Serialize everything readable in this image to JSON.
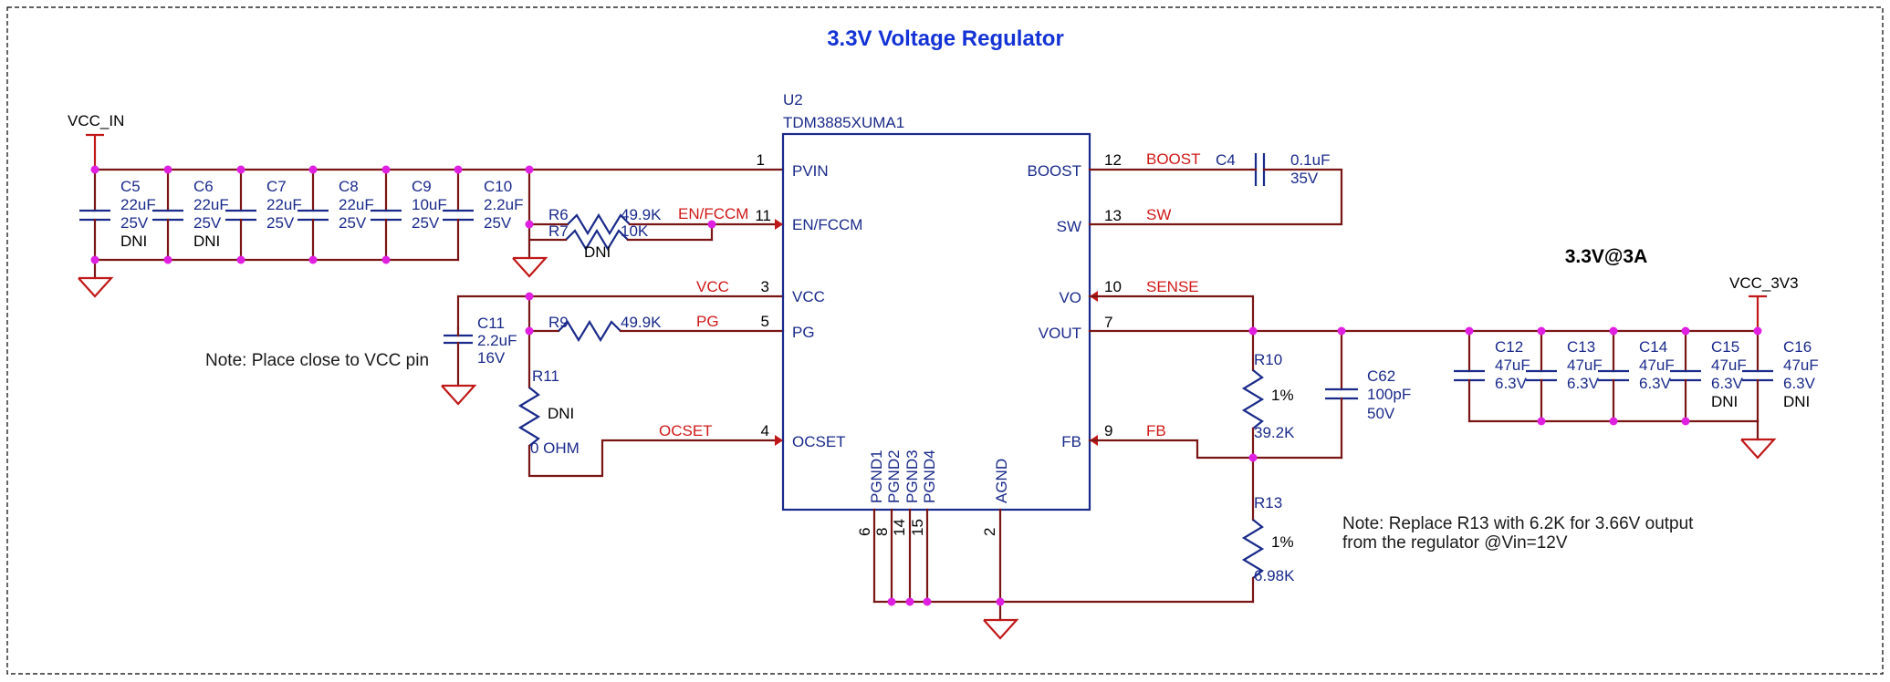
{
  "title": "3.3V Voltage Regulator",
  "output_label": "3.3V@3A",
  "notes": {
    "vcc_pin": "Note: Place close to VCC pin",
    "r13_line1": "Note: Replace R13 with 6.2K for 3.66V output",
    "r13_line2": "from the regulator @Vin=12V"
  },
  "power": {
    "input": "VCC_IN",
    "output": "VCC_3V3"
  },
  "ic": {
    "ref": "U2",
    "part": "TDM3885XUMA1",
    "pins": [
      {
        "name": "PVIN",
        "number": "1"
      },
      {
        "name": "EN/FCCM",
        "number": "11"
      },
      {
        "name": "VCC",
        "number": "3"
      },
      {
        "name": "PG",
        "number": "5"
      },
      {
        "name": "OCSET",
        "number": "4"
      },
      {
        "name": "BOOST",
        "number": "12"
      },
      {
        "name": "SW",
        "number": "13"
      },
      {
        "name": "VO",
        "number": "10"
      },
      {
        "name": "VOUT",
        "number": "7"
      },
      {
        "name": "FB",
        "number": "9"
      },
      {
        "name": "PGND1",
        "number": "6"
      },
      {
        "name": "PGND2",
        "number": "8"
      },
      {
        "name": "PGND3",
        "number": "14"
      },
      {
        "name": "PGND4",
        "number": "15"
      },
      {
        "name": "AGND",
        "number": "2"
      }
    ]
  },
  "nets": {
    "en": "EN/FCCM",
    "vcc": "VCC",
    "pg": "PG",
    "ocset": "OCSET",
    "boost": "BOOST",
    "sw": "SW",
    "sense": "SENSE",
    "fb": "FB"
  },
  "input_caps": [
    {
      "ref": "C5",
      "value": "22uF",
      "voltage": "25V",
      "note": "DNI"
    },
    {
      "ref": "C6",
      "value": "22uF",
      "voltage": "25V",
      "note": "DNI"
    },
    {
      "ref": "C7",
      "value": "22uF",
      "voltage": "25V",
      "note": ""
    },
    {
      "ref": "C8",
      "value": "22uF",
      "voltage": "25V",
      "note": ""
    },
    {
      "ref": "C9",
      "value": "10uF",
      "voltage": "25V",
      "note": ""
    },
    {
      "ref": "C10",
      "value": "2.2uF",
      "voltage": "25V",
      "note": ""
    }
  ],
  "output_caps": [
    {
      "ref": "C12",
      "value": "47uF",
      "voltage": "6.3V",
      "note": ""
    },
    {
      "ref": "C13",
      "value": "47uF",
      "voltage": "6.3V",
      "note": ""
    },
    {
      "ref": "C14",
      "value": "47uF",
      "voltage": "6.3V",
      "note": ""
    },
    {
      "ref": "C15",
      "value": "47uF",
      "voltage": "6.3V",
      "note": "DNI"
    },
    {
      "ref": "C16",
      "value": "47uF",
      "voltage": "6.3V",
      "note": "DNI"
    }
  ],
  "parts": {
    "c4": {
      "ref": "C4",
      "value": "0.1uF",
      "voltage": "35V"
    },
    "c11": {
      "ref": "C11",
      "value": "2.2uF",
      "voltage": "16V"
    },
    "c62": {
      "ref": "C62",
      "value": "100pF",
      "voltage": "50V"
    },
    "r6": {
      "ref": "R6",
      "value": "49.9K"
    },
    "r7": {
      "ref": "R7",
      "value": "10K",
      "note": "DNI"
    },
    "r9": {
      "ref": "R9",
      "value": "49.9K"
    },
    "r10": {
      "ref": "R10",
      "tolerance": "1%",
      "value": "39.2K"
    },
    "r11": {
      "ref": "R11",
      "note": "DNI",
      "value": "0 OHM"
    },
    "r13": {
      "ref": "R13",
      "tolerance": "1%",
      "value": "6.98K"
    }
  },
  "colors": {
    "wire": "#7a1515",
    "symbol": "#1a2a8a",
    "pin": "#c01818",
    "net_label": "#d01818",
    "junction": "#e020e0",
    "title": "#1433d6"
  }
}
